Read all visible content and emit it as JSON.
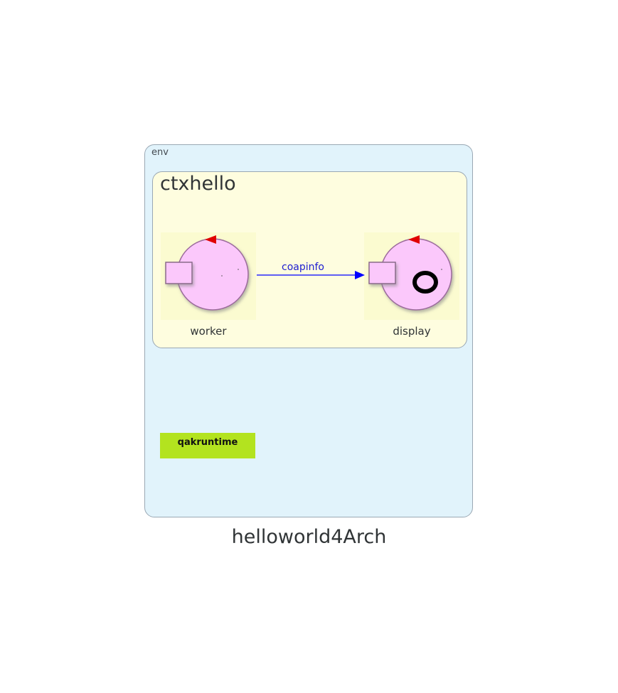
{
  "diagram": {
    "caption": "helloworld4Arch",
    "env": {
      "label": "env"
    },
    "context": {
      "label": "ctxhello"
    },
    "actors": [
      {
        "name": "worker"
      },
      {
        "name": "display"
      }
    ],
    "message": {
      "label": "coapinfo",
      "from": "worker",
      "to": "display",
      "color": "#0000ff"
    },
    "runtime": {
      "label": "qakruntime",
      "color": "#b3e31f"
    },
    "colors": {
      "env_fill": "#e1f3fb",
      "context_fill": "#fefddf",
      "actor_body": "#fbc8fb",
      "actor_marker": "#e00000"
    }
  }
}
